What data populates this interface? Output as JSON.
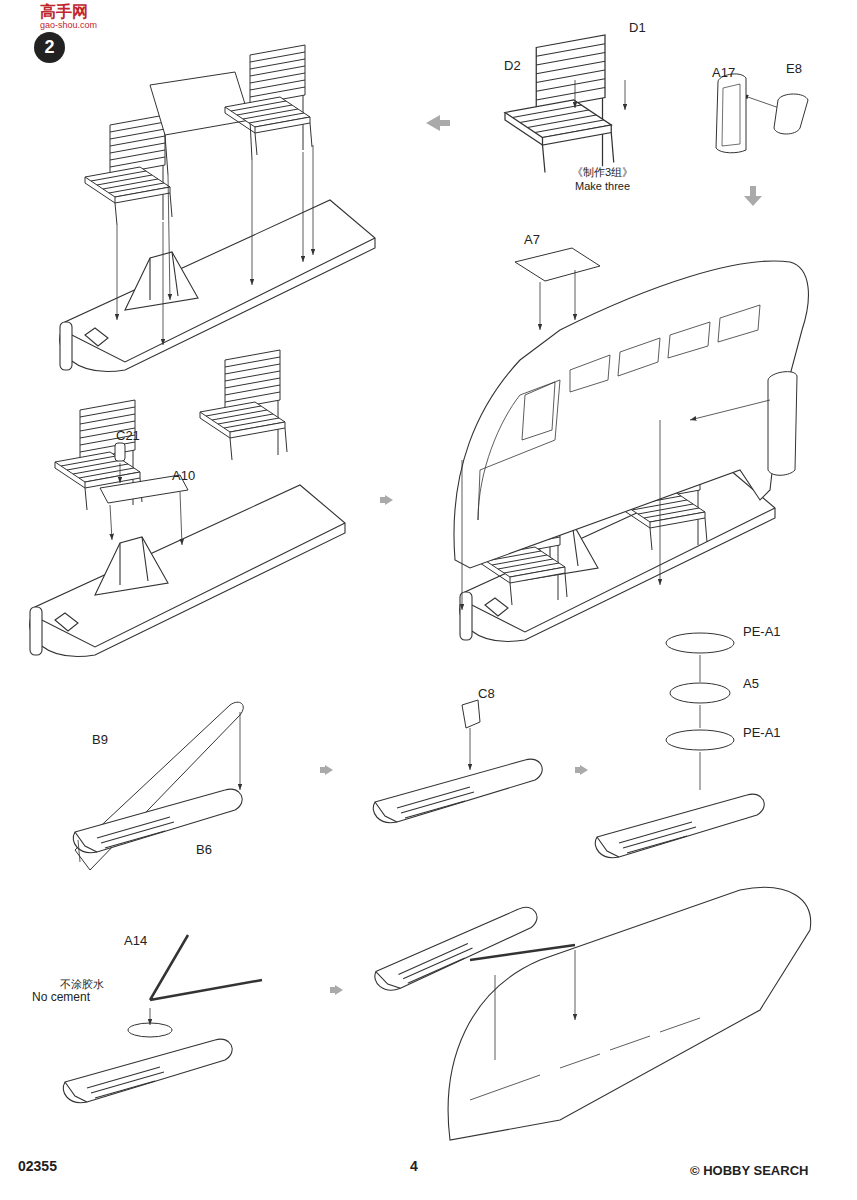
{
  "diagram": {
    "nodes": [
      {
        "text": [
          "2"
        ]
      }
    ],
    "labels": [
      "高手网",
      "gao-shou.com",
      "D1",
      "D2",
      "A17",
      "E8",
      "《制作3组》",
      "Make three",
      "A7",
      "C21",
      "A10",
      "B9",
      "B6",
      "C8",
      "PE-A1",
      "A5",
      "PE-A1",
      "A14",
      "不涂胶水",
      "No cement",
      "02355",
      "4",
      "© HOBBY SEARCH"
    ]
  }
}
